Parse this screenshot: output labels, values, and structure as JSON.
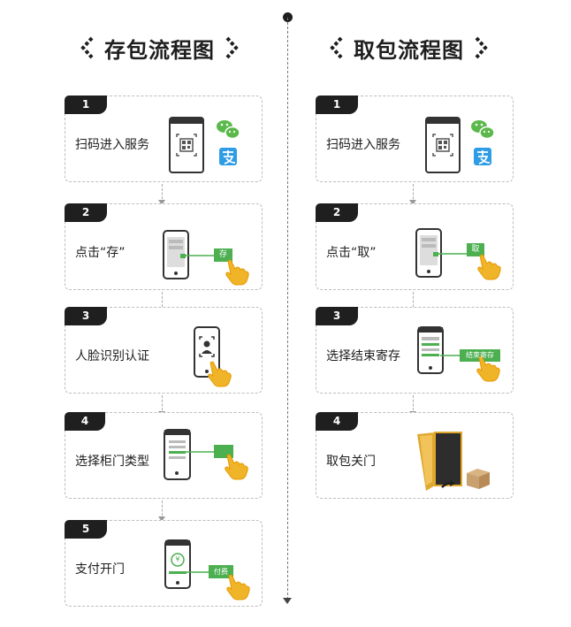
{
  "titles": {
    "store": "存包流程图",
    "pick": "取包流程图"
  },
  "store_steps": [
    {
      "number": "1",
      "label": "扫码进入服务"
    },
    {
      "number": "2",
      "label": "点击“存”",
      "button": "存"
    },
    {
      "number": "3",
      "label": "人脸识别认证"
    },
    {
      "number": "4",
      "label": "选择柜门类型"
    },
    {
      "number": "5",
      "label": "支付开门",
      "button": "付费",
      "symbol": "¥"
    }
  ],
  "pick_steps": [
    {
      "number": "1",
      "label": "扫码进入服务"
    },
    {
      "number": "2",
      "label": "点击“取”",
      "button": "取"
    },
    {
      "number": "3",
      "label": "选择结束寄存",
      "button": "结束寄存"
    },
    {
      "number": "4",
      "label": "取包关门"
    }
  ],
  "colors": {
    "green": "#4caf50",
    "dark": "#1f1f1f",
    "wechat": "#5bb84a",
    "alipay": "#2f9ce6",
    "door": "#e0a82e",
    "box": "#c9a070"
  },
  "icons": [
    "wechat-icon",
    "alipay-icon",
    "hand-pointer-icon",
    "qr-code-icon",
    "face-scan-icon",
    "door-icon",
    "package-box-icon"
  ]
}
